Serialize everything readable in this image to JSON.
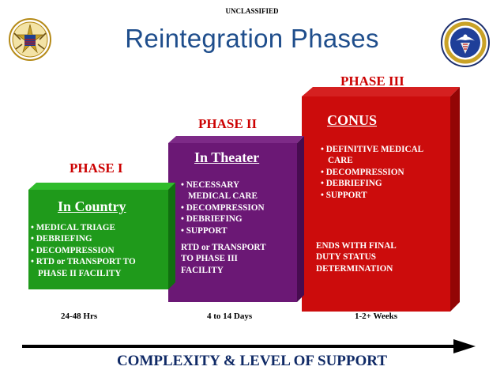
{
  "classification": "UNCLASSIFIED",
  "title": "Reintegration Phases",
  "phases": [
    {
      "label": "PHASE I",
      "box_title": "In Country",
      "bullets": [
        "• MEDICAL TRIAGE",
        "• DEBRIEFING",
        "• DECOMPRESSION",
        "• RTD or TRANSPORT TO",
        "PHASE II FACILITY"
      ],
      "note": [],
      "duration": "24-48 Hrs",
      "colors": {
        "front": "#1f9a1b",
        "top": "#2fbb2b",
        "side": "#116f10",
        "title": "#ffffff"
      }
    },
    {
      "label": "PHASE II",
      "box_title": "In Theater",
      "bullets": [
        "• NECESSARY",
        "MEDICAL CARE",
        "• DECOMPRESSION",
        "• DEBRIEFING",
        "• SUPPORT"
      ],
      "note": [
        "RTD or TRANSPORT",
        "TO PHASE III",
        "FACILITY"
      ],
      "duration": "4 to 14  Days",
      "colors": {
        "front": "#6b1875",
        "top": "#7d2a87",
        "side": "#470c50",
        "title": "#ffffff"
      }
    },
    {
      "label": "PHASE III",
      "box_title": "CONUS",
      "bullets": [
        "• DEFINITIVE MEDICAL",
        "CARE",
        "• DECOMPRESSION",
        "• DEBRIEFING",
        "• SUPPORT"
      ],
      "note": [
        "ENDS WITH FINAL",
        "DUTY STATUS",
        "DETERMINATION"
      ],
      "duration": "1-2+ Weeks",
      "colors": {
        "front": "#cc0c0c",
        "top": "#d52020",
        "side": "#930505",
        "title": "#ffffff"
      }
    }
  ],
  "axis_label": "COMPLEXITY & LEVEL OF SUPPORT",
  "colors": {
    "accent_red": "#cc0000",
    "title_blue": "#1f4e8c",
    "footer_blue": "#102a66"
  }
}
